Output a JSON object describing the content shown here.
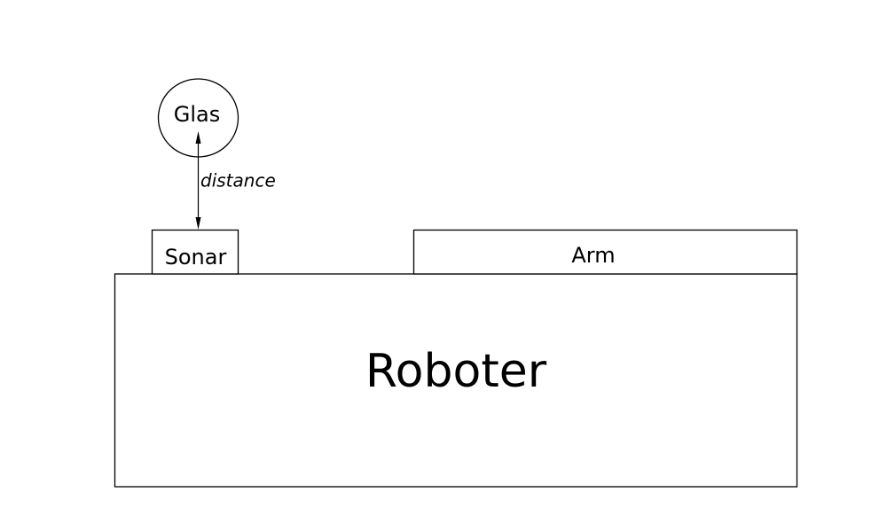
{
  "diagram": {
    "nodes": {
      "robot": {
        "label": "Roboter"
      },
      "sonar": {
        "label": "Sonar"
      },
      "arm": {
        "label": "Arm"
      },
      "glass": {
        "label": "Glas"
      }
    },
    "edges": [
      {
        "from": "sonar",
        "to": "glass",
        "label": "distance",
        "direction": "both"
      }
    ]
  }
}
